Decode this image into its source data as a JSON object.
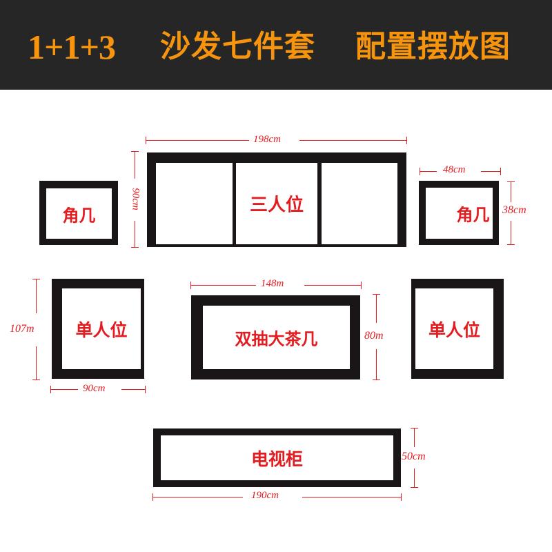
{
  "header": {
    "title_number": "1+1+3",
    "title_part1": "沙发七件套",
    "title_part2": "配置摆放图",
    "bg_color": "#262626",
    "title_color": "#f7940d"
  },
  "colors": {
    "frame": "#1a1617",
    "label": "#e31c20",
    "dimension": "#e31c20"
  },
  "pieces": {
    "corner_table_left": {
      "label": "角几"
    },
    "three_seat_sofa": {
      "label": "三人位",
      "width": "198cm",
      "depth": "90cm"
    },
    "corner_table_right": {
      "label": "角几",
      "width": "48cm",
      "depth": "38cm"
    },
    "single_seat_left": {
      "label": "单人位",
      "height": "107m",
      "width": "90cm"
    },
    "coffee_table": {
      "label": "双抽大茶几",
      "width": "148m",
      "depth": "80m"
    },
    "single_seat_right": {
      "label": "单人位"
    },
    "tv_cabinet": {
      "label": "电视柜",
      "width": "190cm",
      "depth": "50cm"
    }
  }
}
